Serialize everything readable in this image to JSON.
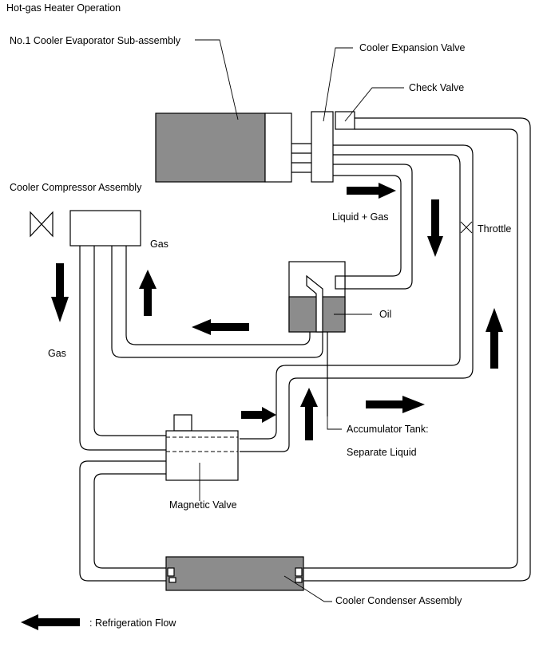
{
  "title": "Hot-gas Heater Operation",
  "labels": {
    "evaporator": "No.1 Cooler Evaporator Sub-assembly",
    "expansion_valve": "Cooler Expansion Valve",
    "check_valve": "Check Valve",
    "compressor": "Cooler Compressor Assembly",
    "liquid_gas": "Liquid + Gas",
    "throttle": "Throttle",
    "gas_right": "Gas",
    "gas_left": "Gas",
    "oil": "Oil",
    "accumulator_1": "Accumulator Tank:",
    "accumulator_2": "Separate Liquid",
    "magnetic_valve": "Magnetic Valve",
    "condenser": "Cooler Condenser Assembly"
  },
  "legend": {
    "text": ": Refrigeration Flow"
  },
  "colors": {
    "component_fill": "#8c8c8c",
    "line": "#000000"
  }
}
